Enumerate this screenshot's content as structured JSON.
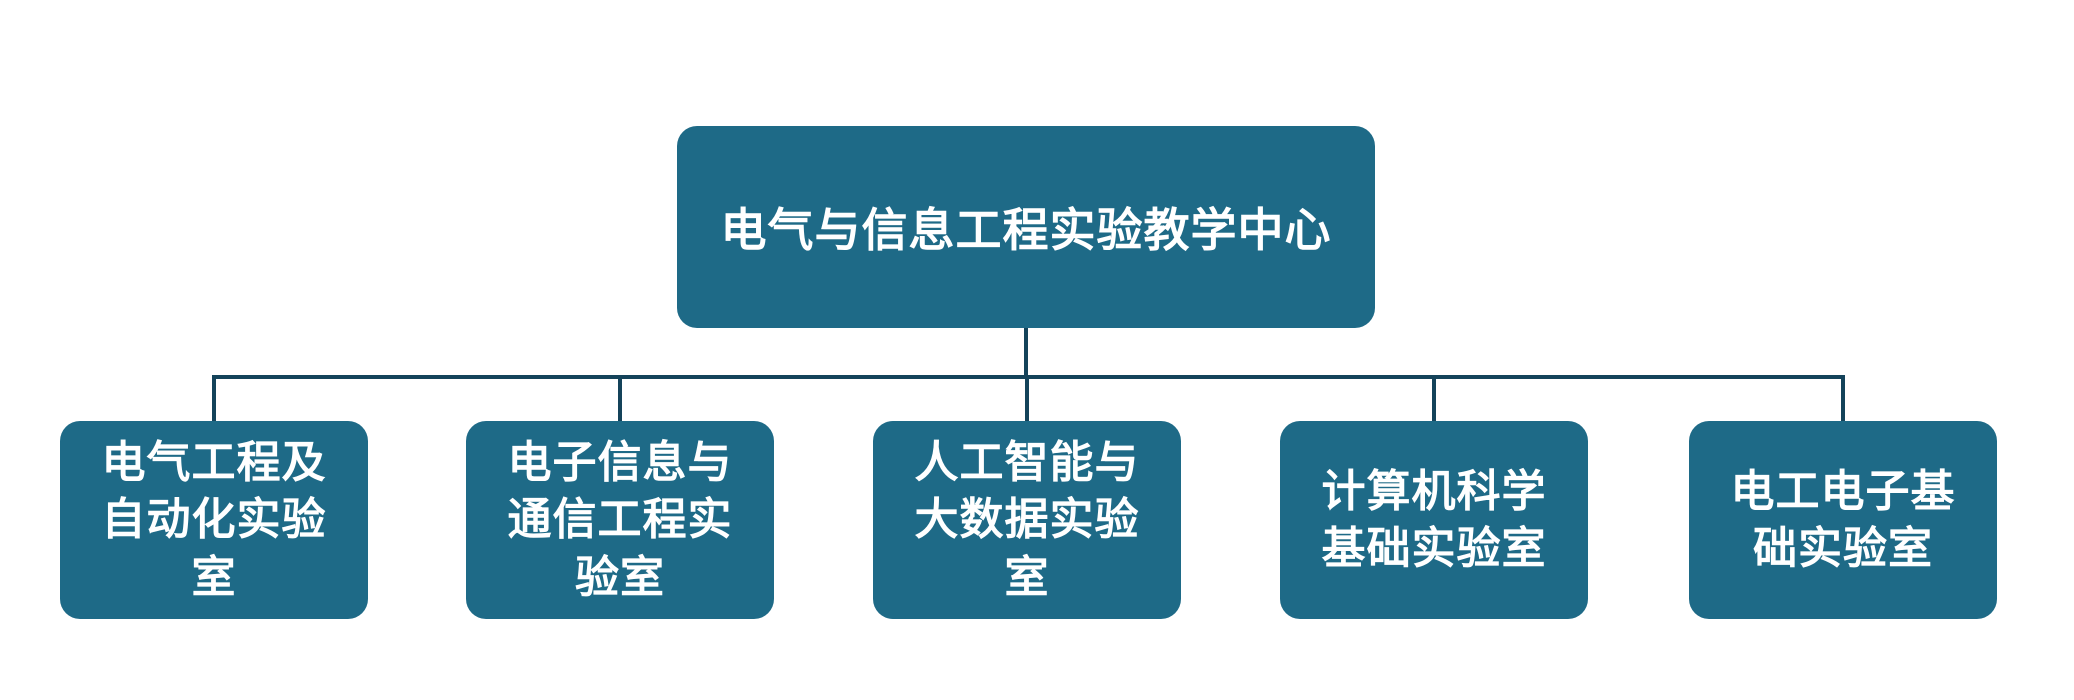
{
  "chart": {
    "type": "org-chart",
    "root": {
      "label": "电气与信息工程实验教学中心"
    },
    "children": [
      {
        "label": "电气工程及自动化实验室"
      },
      {
        "label": "电子信息与通信工程实验室"
      },
      {
        "label": "人工智能与大数据实验室"
      },
      {
        "label": "计算机科学基础实验室"
      },
      {
        "label": "电工电子基础实验室"
      }
    ],
    "colors": {
      "node_fill": "#1e6a87",
      "node_text": "#ffffff",
      "line": "#14435a",
      "background": "#ffffff"
    }
  }
}
